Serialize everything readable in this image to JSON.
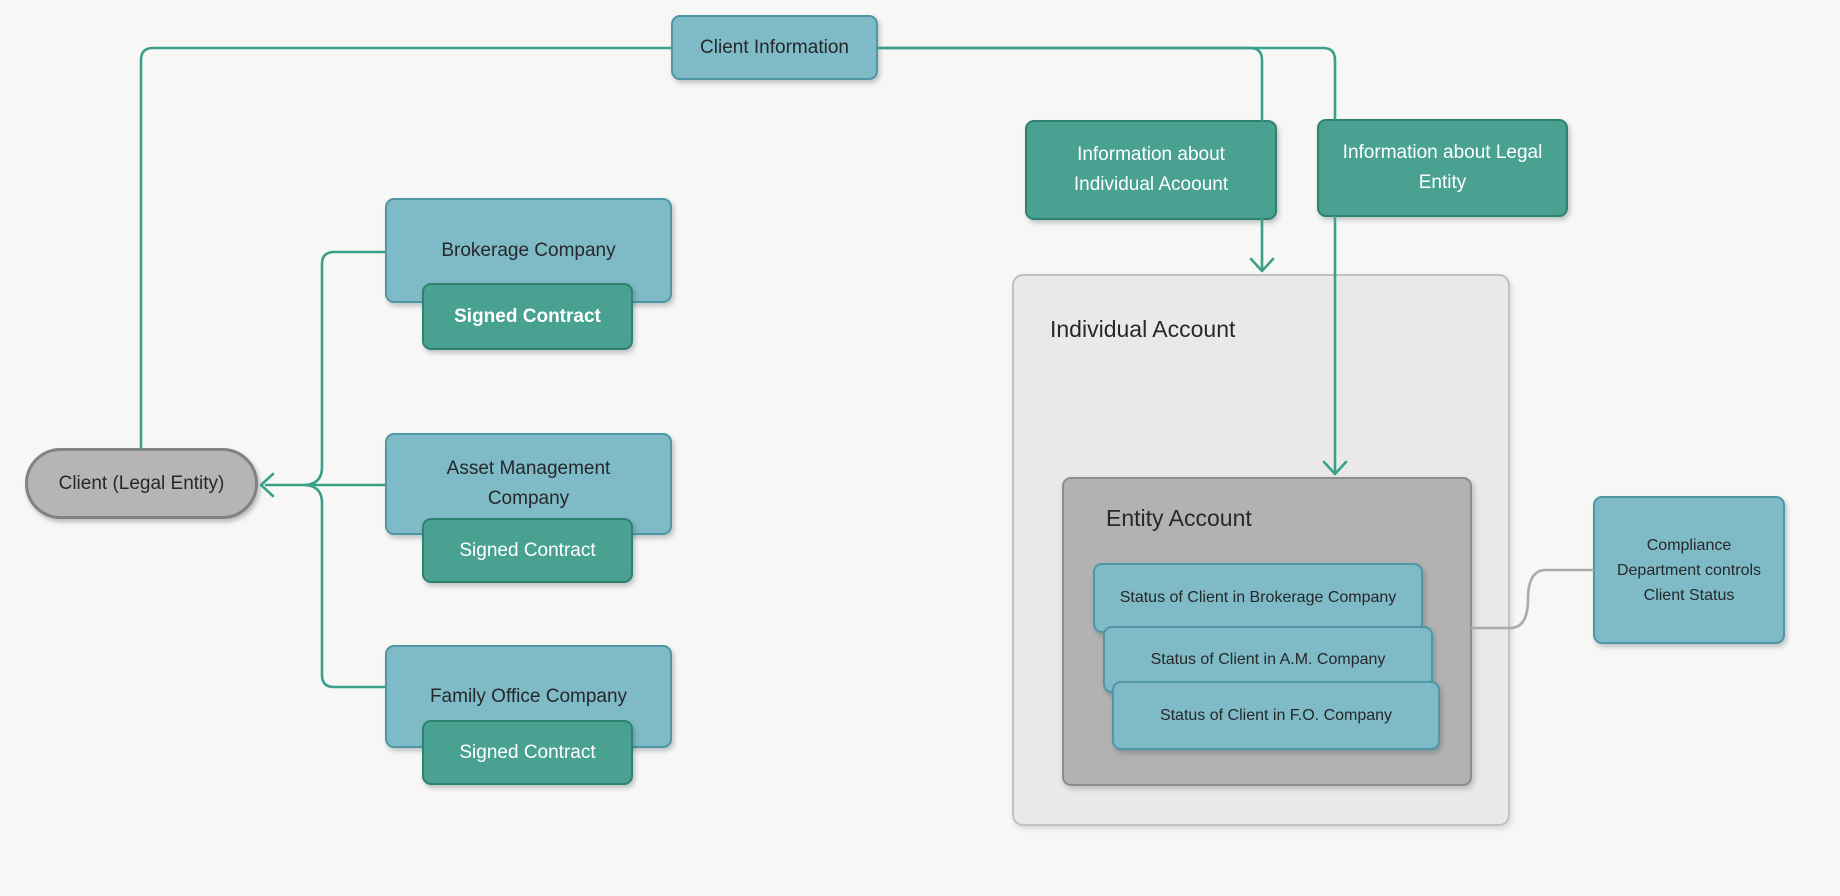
{
  "nodes": {
    "client_information": {
      "label": "Client Information"
    },
    "info_individual": {
      "lines": [
        "Information about",
        "Individual Acoount"
      ]
    },
    "info_legal": {
      "lines": [
        "Information about Legal",
        "Entity"
      ]
    },
    "client_pill": {
      "label": "Client (Legal Entity)"
    },
    "companies": [
      {
        "name_lines": [
          "Brokerage Company"
        ],
        "contract": "Signed Contract"
      },
      {
        "name_lines": [
          "Asset Management",
          "Company"
        ],
        "contract": "Signed Contract"
      },
      {
        "name_lines": [
          "Family Office Company"
        ],
        "contract": "Signed Contract"
      }
    ],
    "individual_account": {
      "title": "Individual Account"
    },
    "entity_account": {
      "title": "Entity Account"
    },
    "statuses": [
      {
        "label": "Status of Client in Brokerage Company"
      },
      {
        "label": "Status of Client in A.M. Company"
      },
      {
        "label": "Status of Client in F.O. Company"
      }
    ],
    "compliance": {
      "lines": [
        "Compliance",
        "Department controls",
        "Client Status"
      ]
    }
  },
  "colors": {
    "background": "#f7f7f5",
    "teal_node_fill": "#7fbac7",
    "teal_node_border": "#4f96a6",
    "green_node_fill": "#48a191",
    "green_node_border": "#2f8170",
    "pill_fill": "#b5b5b5",
    "pill_border": "#828282",
    "individual_container_fill": "#e9e9e8",
    "individual_container_border": "#c1c1c1",
    "entity_container_fill": "#b2b2b2",
    "entity_container_border": "#8d8d8d",
    "connector_teal": "#3aa08a",
    "connector_gray": "#ababab",
    "text_dark": "#26282a",
    "text_light": "#ffffff"
  }
}
